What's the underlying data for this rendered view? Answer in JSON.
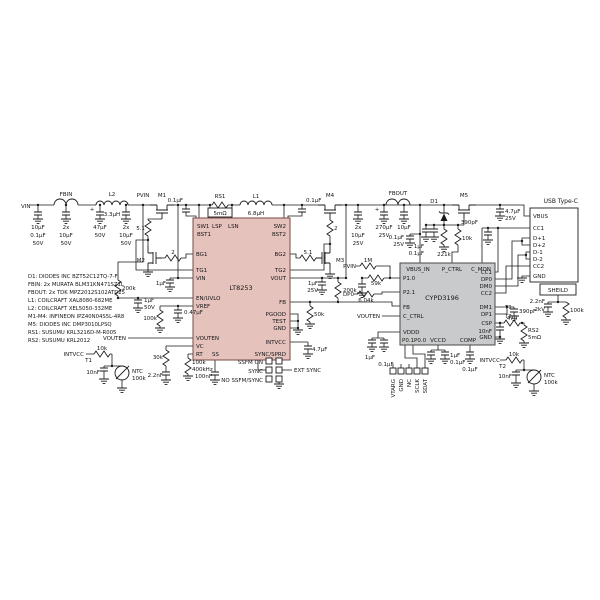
{
  "ic1": {
    "name": "LT8253",
    "pins": {
      "sw1": "SW1",
      "lsp": "LSP",
      "lsn": "LSN",
      "sw2": "SW2",
      "bst1": "BST1",
      "bst2": "BST2",
      "bg1": "BG1",
      "tg1": "TG1",
      "vin": "VIN",
      "en": "EN/UVLO",
      "vref": "VREF",
      "vouten": "VOUTEN",
      "vc": "VC",
      "rt": "RT",
      "ss": "SS",
      "bg2": "BG2",
      "tg2": "TG2",
      "vout": "VOUT",
      "fb": "FB",
      "pgood": "PGOOD",
      "test": "TEST",
      "gnd": "GND",
      "intvcc": "INTVCC",
      "sync": "SYNC/SPRD"
    }
  },
  "ic2": {
    "name": "CYPD3196",
    "pins": {
      "vbus_in": "VBUS_IN",
      "p_ctrl": "P_CTRL",
      "c_mon": "C_MON",
      "p10": "P1.0",
      "p21": "P2.1",
      "fb": "FB",
      "c_ctrl": "C_CTRL",
      "vddd": "VDDD",
      "p01": "P0.1",
      "p00": "P0.0",
      "vccd": "VCCD",
      "comp": "COMP",
      "cc1": "CC1",
      "dp0": "DP0",
      "dm0": "DM0",
      "cc2": "CC2",
      "dm1": "DM1",
      "dp1": "DP1",
      "csp": "CSP",
      "gnd": "GND"
    }
  },
  "usb": {
    "title": "USB Type-C",
    "pins": {
      "vbus": "VBUS",
      "cc1": "CC1",
      "dp1": "D+1",
      "dp2": "D+2",
      "dm1": "D-1",
      "dm2": "D-2",
      "cc2": "CC2",
      "gnd": "GND",
      "shield": "SHEILD"
    }
  },
  "header_pins": [
    "VTARG",
    "GND",
    "NC",
    "SCLK",
    "SDAT"
  ],
  "nets": {
    "vin": "VIN",
    "pvin": "PVIN",
    "pvin2": "PVIN",
    "vouten_l": "VOUTEN",
    "vouten_r": "VOUTEN",
    "intvcc_t1": "INTVCC",
    "intvcc_t2": "INTVCC",
    "dp0": "DP0",
    "t1": "T1",
    "t2": "T2",
    "t1b": "T1",
    "t2b": "T2",
    "ext_sync": "EXT SYNC",
    "ssfm_on": "SSFM ON",
    "sync": "SYNC",
    "no_ssfm": "NO SSFM/SYNC"
  },
  "components": {
    "fbin": "FBIN",
    "l2": "L2",
    "l2_val": "3.3µH",
    "l1": "L1",
    "l1_val": "6.8µH",
    "fbout": "FBOUT",
    "m1": "M1",
    "m2": "M2",
    "m3": "M3",
    "m4": "M4",
    "m5": "M5",
    "rs1": "RS1",
    "rs1_val": "5mΩ",
    "rs2": "RS2",
    "rs2_val": "5mΩ",
    "d1": "D1",
    "plus": "+",
    "cin1a": "10µF",
    "cin1b": "0.1µF",
    "cin1v": "50V",
    "cin2x": "2x",
    "cin2": "10µF",
    "cin2v": "50V",
    "cin3": "47µF",
    "cin3v": "50V",
    "cin4x": "2x",
    "cin4": "10µF",
    "cin4v": "50V",
    "r51l": "5.1",
    "r2l": "2",
    "r2r": "2",
    "r51r": "5.1",
    "cbst1": "0.1µF",
    "cbst2": "0.1µF",
    "cvin": "1µF",
    "r200k_en": "200k",
    "cen": "1µF",
    "cen_v": "50V",
    "r100k_vref": "100k",
    "cvref": "0.47µF",
    "r30k": "30k",
    "cvc": "2.2nF",
    "r100k_rt": "100k",
    "rt_freq": "400kHz",
    "css": "100nF",
    "cintvcc": "4.7µF",
    "cvout": "1µF",
    "cvout_v": "25V",
    "r200k_fb": "200k",
    "r50k": "50k",
    "cout1x": "2x",
    "cout1": "10µF",
    "cout1v": "25V",
    "cout2": "270µF",
    "cout2v": "25V",
    "cout3": "10µF",
    "cout4": "0.1µF",
    "cout4v": "25V",
    "r1m": "1M",
    "r59k": "59k",
    "r604k": "6.04k",
    "r221k": "221k",
    "r10k_d1": "10k",
    "cd1a": "1µF",
    "cd1b": "0.1µF",
    "cvbus": "4.7µF",
    "cvbus_v": "25V",
    "c390a": "390pF",
    "c390b": "390pF",
    "r470": "470",
    "c10n_csp": "10nF",
    "c22n_sh": "2.2nF",
    "v2kv": "2kV",
    "r100k_sh": "100k",
    "r10k_t1": "10k",
    "ntc1": "NTC",
    "ntc1_val": "100k",
    "c10n_t1": "10nF",
    "r10k_t2": "10k",
    "ntc2": "NTC",
    "ntc2_val": "100k",
    "c10n_t2": "10nF",
    "cvddd1": "1µF",
    "cvddd2": "0.1µF",
    "cvccd1": "1µF",
    "cvccd2": "0.1µF",
    "ccomp": "0.1µF"
  },
  "notes": [
    "D1: DIODES INC BZT52C12TQ-7-F",
    "FBIN: 2x MURATA BLM31KN471SZ1L",
    "FBOUT: 2x TDK MPZ2012S102ATD25",
    "L1: COILCRAFT XAL8080-682ME",
    "L2: COILCRAFT XEL5050-332ME",
    "M1-M4: INFINEON IPZ40N04S5L-4R8",
    "M5: DIODES INC DMP3010LPSQ",
    "RS1: SUSUMU KRL3216D-M-R005",
    "RS2: SUSUMU KRL2012"
  ]
}
